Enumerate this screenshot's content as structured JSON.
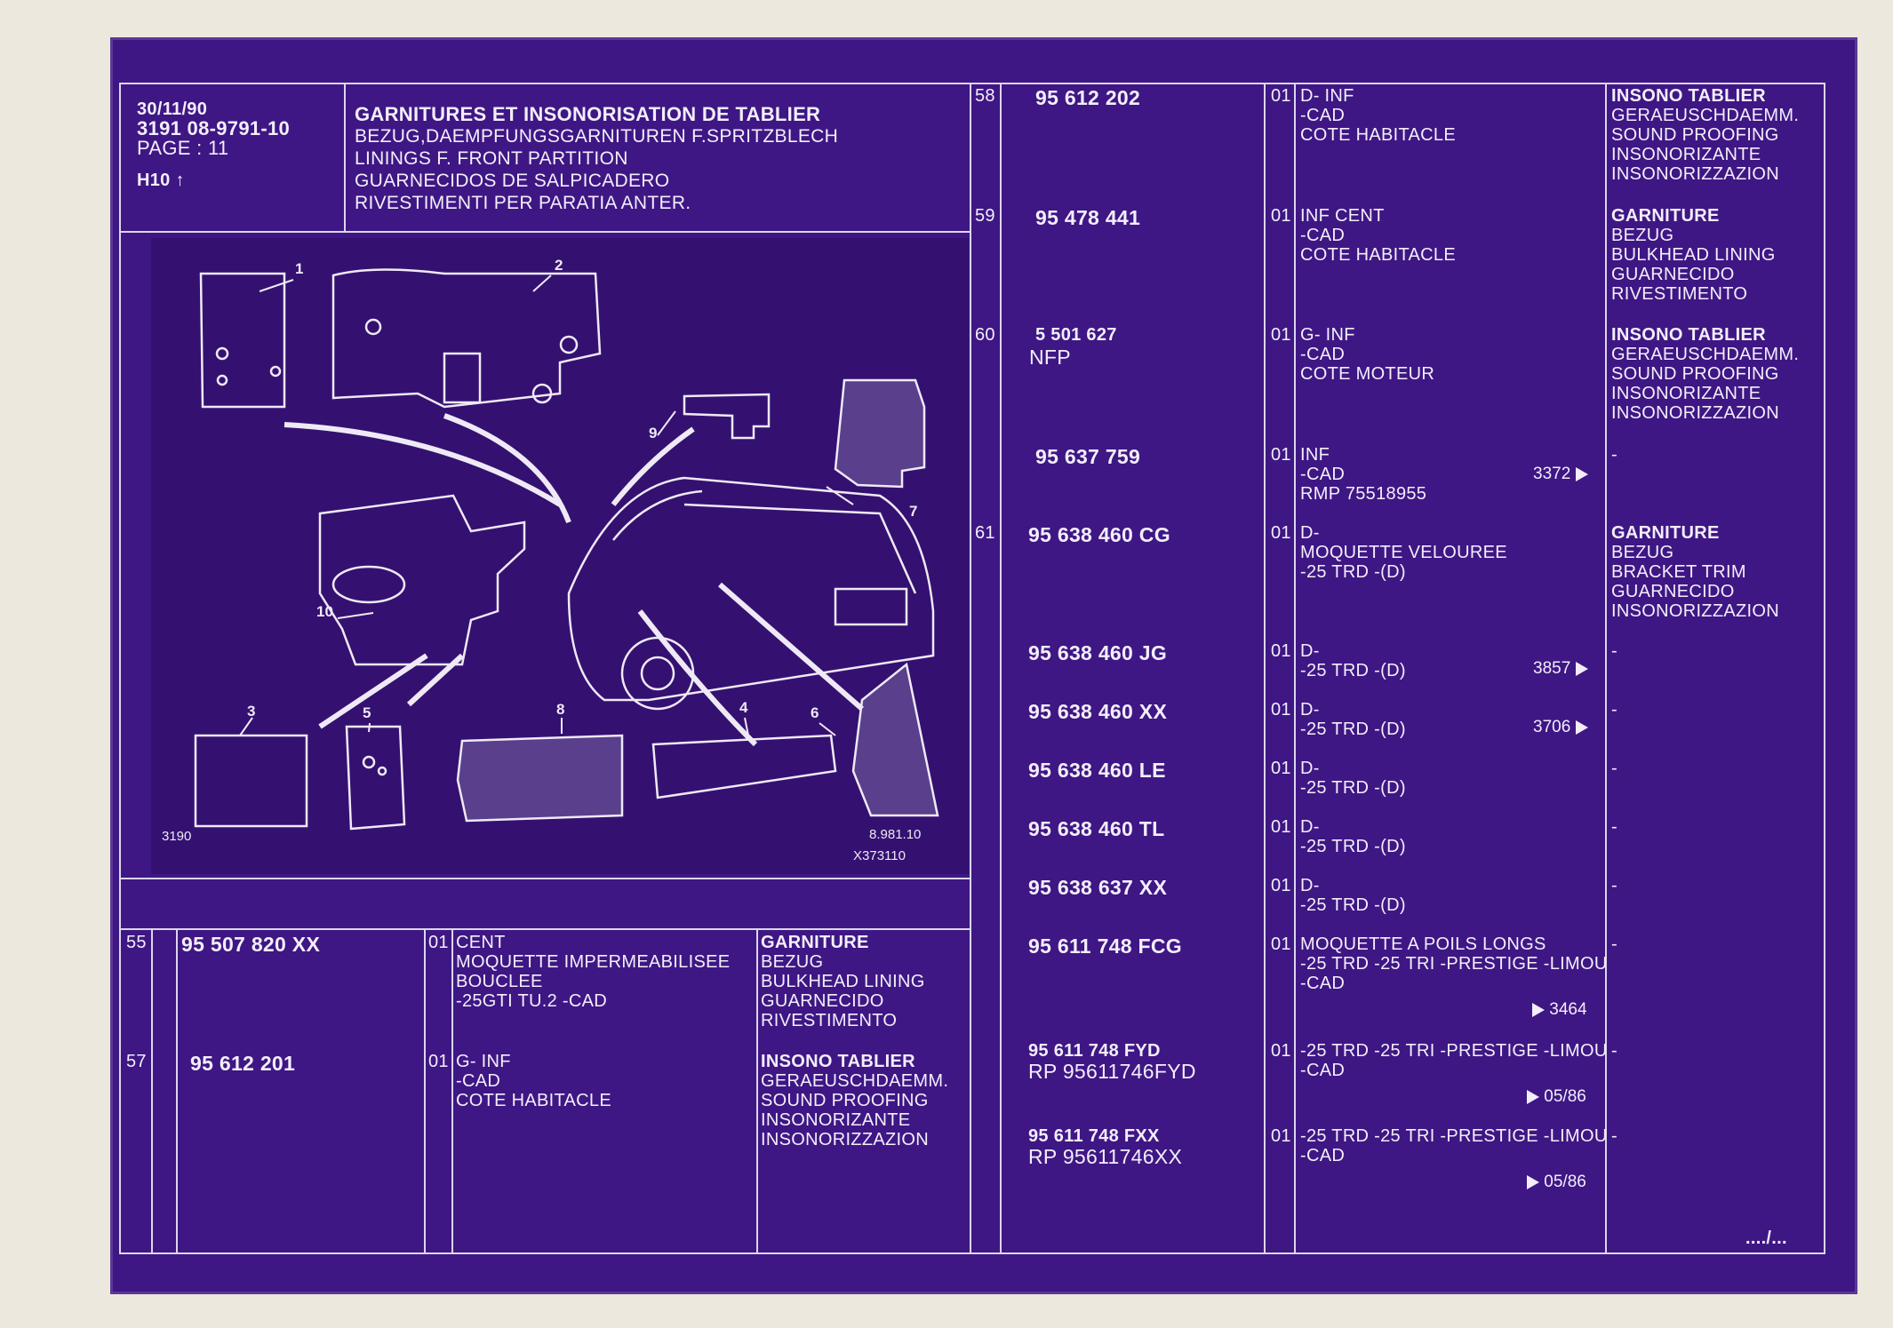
{
  "header": {
    "date": "30/11/90",
    "code": "3191 08-9791-10",
    "page": "PAGE : 11",
    "grid_ref": "H10",
    "title_fr": "GARNITURES ET INSONORISATION DE TABLIER",
    "title_de": "BEZUG,DAEMPFUNGSGARNITUREN F.SPRITZBLECH",
    "title_en": "LININGS F. FRONT PARTITION",
    "title_es": "GUARNECIDOS DE SALPICADERO",
    "title_it": "RIVESTIMENTI PER PARATIA ANTER."
  },
  "diagram": {
    "callouts": [
      "1",
      "2",
      "3",
      "4",
      "5",
      "6",
      "7",
      "8",
      "9",
      "10"
    ],
    "ref_left": "3190",
    "ref_right": "8.981.10",
    "ref_bottom": "X373110"
  },
  "left_rows": [
    {
      "idx": "55",
      "part": "95 507 820 XX",
      "qty": "01",
      "desc": [
        "CENT",
        "MOQUETTE IMPERMEABILISEE",
        "BOUCLEE",
        "-25GTI TU.2 -CAD"
      ],
      "names": [
        "GARNITURE",
        "BEZUG",
        "BULKHEAD LINING",
        "GUARNECIDO",
        "RIVESTIMENTO"
      ]
    },
    {
      "idx": "57",
      "part": "95 612 201",
      "qty": "01",
      "desc": [
        "G-   INF",
        "-CAD",
        "COTE HABITACLE"
      ],
      "names": [
        "INSONO TABLIER",
        "GERAEUSCHDAEMM.",
        "SOUND PROOFING",
        "INSONORIZANTE",
        "INSONORIZZAZION"
      ]
    }
  ],
  "right_rows": [
    {
      "idx": "58",
      "part": "95 612 202",
      "sub": "",
      "qty": "01",
      "desc": [
        "D-   INF",
        "-CAD",
        "COTE HABITACLE"
      ],
      "ref": "",
      "names": [
        "INSONO TABLIER",
        "GERAEUSCHDAEMM.",
        "SOUND PROOFING",
        "INSONORIZANTE",
        "INSONORIZZAZION"
      ]
    },
    {
      "idx": "59",
      "part": "95 478 441",
      "sub": "",
      "qty": "01",
      "desc": [
        "INF CENT",
        "-CAD",
        "COTE HABITACLE"
      ],
      "ref": "",
      "names": [
        "GARNITURE",
        "BEZUG",
        "BULKHEAD LINING",
        "GUARNECIDO",
        "RIVESTIMENTO"
      ]
    },
    {
      "idx": "60",
      "part": "5 501 627",
      "sub": "NFP",
      "qty": "01",
      "desc": [
        "G-   INF",
        "-CAD",
        "COTE MOTEUR"
      ],
      "ref": "",
      "names": [
        "INSONO TABLIER",
        "GERAEUSCHDAEMM.",
        "SOUND PROOFING",
        "INSONORIZANTE",
        "INSONORIZZAZION"
      ]
    },
    {
      "idx": "",
      "part": "95 637 759",
      "sub": "",
      "qty": "01",
      "desc": [
        "INF",
        "-CAD",
        "RMP 75518955"
      ],
      "ref": "3372",
      "names": [
        "-"
      ]
    },
    {
      "idx": "61",
      "part": "95 638 460 CG",
      "sub": "",
      "qty": "01",
      "desc": [
        "D-",
        "MOQUETTE VELOUREE",
        "-25 TRD -(D)"
      ],
      "ref": "",
      "names": [
        "GARNITURE",
        "BEZUG",
        "BRACKET TRIM",
        "GUARNECIDO",
        "INSONORIZZAZION"
      ]
    },
    {
      "idx": "",
      "part": "95 638 460 JG",
      "sub": "",
      "qty": "01",
      "desc": [
        "D-",
        "-25 TRD -(D)"
      ],
      "ref": "3857",
      "names": [
        "-"
      ]
    },
    {
      "idx": "",
      "part": "95 638 460 XX",
      "sub": "",
      "qty": "01",
      "desc": [
        "D-",
        "-25 TRD -(D)"
      ],
      "ref": "3706",
      "names": [
        "-"
      ]
    },
    {
      "idx": "",
      "part": "95 638 460 LE",
      "sub": "",
      "qty": "01",
      "desc": [
        "D-",
        "-25 TRD -(D)"
      ],
      "ref": "",
      "names": [
        "-"
      ]
    },
    {
      "idx": "",
      "part": "95 638 460 TL",
      "sub": "",
      "qty": "01",
      "desc": [
        "D-",
        "-25 TRD -(D)"
      ],
      "ref": "",
      "names": [
        "-"
      ]
    },
    {
      "idx": "",
      "part": "95 638 637 XX",
      "sub": "",
      "qty": "01",
      "desc": [
        "D-",
        "-25 TRD -(D)"
      ],
      "ref": "",
      "names": [
        "-"
      ]
    },
    {
      "idx": "",
      "part": "95 611 748 FCG",
      "sub": "",
      "qty": "01",
      "desc": [
        "MOQUETTE A POILS LONGS",
        "-25 TRD -25 TRI -PRESTIGE -LIMOU",
        "-CAD"
      ],
      "ref": "3464",
      "names": [
        "-"
      ]
    },
    {
      "idx": "",
      "part": "95 611 748 FYD",
      "sub": "RP  95611746FYD",
      "qty": "01",
      "desc": [
        "-25 TRD -25 TRI -PRESTIGE -LIMOU",
        "-CAD"
      ],
      "ref": "05/86",
      "names": [
        "-"
      ]
    },
    {
      "idx": "",
      "part": "95 611 748 FXX",
      "sub": "RP  95611746XX",
      "qty": "01",
      "desc": [
        "-25 TRD -25 TRI -PRESTIGE -LIMOU",
        "-CAD"
      ],
      "ref": "05/86",
      "names": [
        "-"
      ]
    }
  ],
  "footer": {
    "continued": "..../..."
  }
}
